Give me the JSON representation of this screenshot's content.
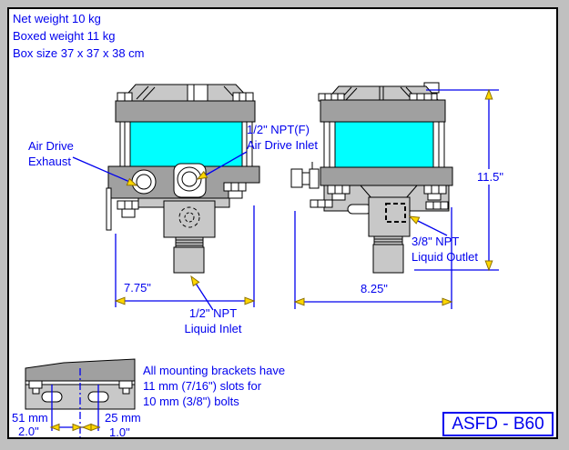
{
  "info": {
    "net_weight": "Net weight 10 kg",
    "boxed_weight": "Boxed weight 11 kg",
    "box_size": "Box size 37 x 37 x 38 cm"
  },
  "annotations": {
    "exhaust_line1": "Air Drive",
    "exhaust_line2": "Exhaust",
    "inlet_line1": "1/2\" NPT(F)",
    "inlet_line2": "Air Drive Inlet",
    "liquid_inlet_line1": "1/2\" NPT",
    "liquid_inlet_line2": "Liquid Inlet",
    "liquid_outlet_line1": "3/8\" NPT",
    "liquid_outlet_line2": "Liquid Outlet"
  },
  "dimensions": {
    "front_width": "7.75\"",
    "side_width": "8.25\"",
    "overall_height": "11.5\"",
    "slot_spacing_mm": "51 mm",
    "slot_spacing_in": "2.0\"",
    "slot_offset_mm": "25 mm",
    "slot_offset_in": "1.0\""
  },
  "bracket_note": {
    "line1": "All mounting brackets have",
    "line2": "11 mm (7/16\") slots for",
    "line3": "10 mm (3/8\") bolts"
  },
  "model_label": "ASFD - B60",
  "colors": {
    "annotation_blue": "#0000EE",
    "body_cyan": "#00FFFF",
    "flange_gray": "#A0A0A0",
    "casting_gray": "#C8C8C8",
    "arrow_yellow": "#FFD700"
  }
}
